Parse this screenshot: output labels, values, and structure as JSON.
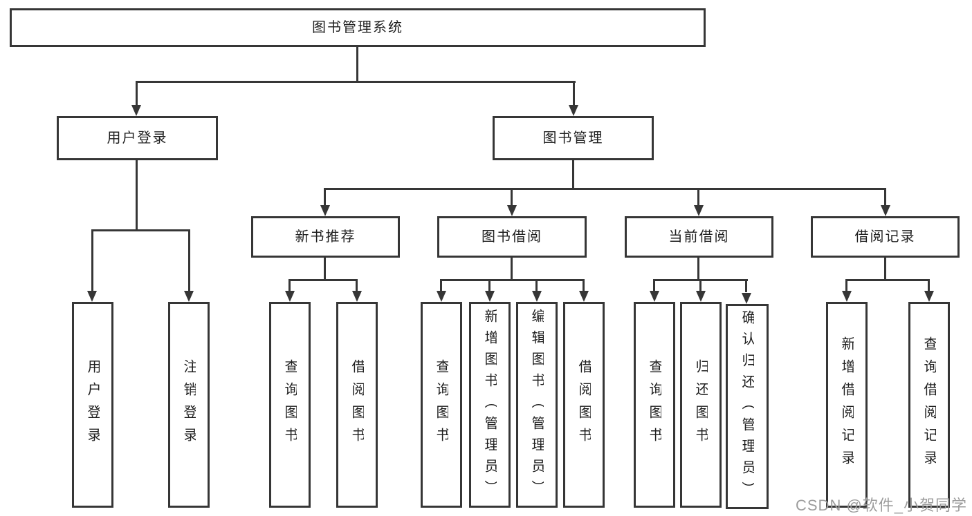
{
  "colors": {
    "line": "#363636",
    "box_border": "#363636",
    "text": "#1f1f1f",
    "watermark": "#9c9c9c",
    "background": "#ffffff"
  },
  "nodes": {
    "root": "图书管理系统",
    "user_login": "用户登录",
    "book_management": "图书管理",
    "new_book_recommend": "新书推荐",
    "book_borrowing": "图书借阅",
    "current_borrowing": "当前借阅",
    "borrowing_records": "借阅记录",
    "leaf_user_login": "用户登录",
    "leaf_logout": "注销登录",
    "leaf_query_books_a": "查询图书",
    "leaf_borrow_books_a": "借阅图书",
    "leaf_query_books_b": "查询图书",
    "leaf_add_book_admin": "新增图书（管理员）",
    "leaf_edit_book_admin": "编辑图书（管理员）",
    "leaf_borrow_books_b": "借阅图书",
    "leaf_query_books_c": "查询图书",
    "leaf_return_books": "归还图书",
    "leaf_confirm_return_admin": "确认归还（管理员）",
    "leaf_add_borrow_record": "新增借阅记录",
    "leaf_query_borrow_record": "查询借阅记录"
  },
  "structure": {
    "图书管理系统": {
      "用户登录": [
        "用户登录",
        "注销登录"
      ],
      "图书管理": {
        "新书推荐": [
          "查询图书",
          "借阅图书"
        ],
        "图书借阅": [
          "查询图书",
          "新增图书（管理员）",
          "编辑图书（管理员）",
          "借阅图书"
        ],
        "当前借阅": [
          "查询图书",
          "归还图书",
          "确认归还（管理员）"
        ],
        "借阅记录": [
          "新增借阅记录",
          "查询借阅记录"
        ]
      }
    }
  },
  "watermark": {
    "text": "CSDN @软件_小贺同学"
  }
}
